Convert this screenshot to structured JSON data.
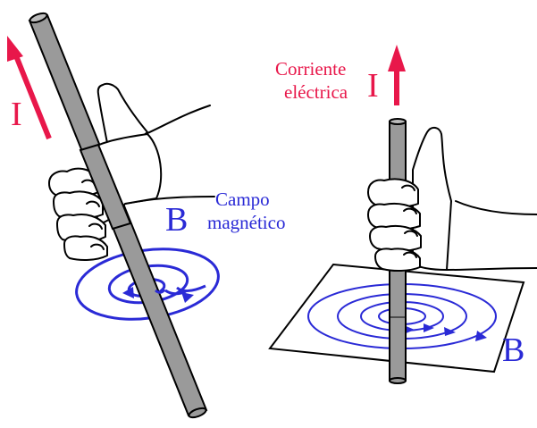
{
  "colors": {
    "current": "#e8174a",
    "field": "#2a2ad6",
    "rod": "#9a9a9a",
    "outline": "#000000",
    "background": "#ffffff"
  },
  "left_figure": {
    "current_symbol": "I",
    "field_symbol": "B",
    "field_label_line1": "Campo",
    "field_label_line2": "magnético"
  },
  "right_figure": {
    "current_label_line1": "Corriente",
    "current_label_line2": "eléctrica",
    "current_symbol": "I",
    "field_symbol": "B"
  }
}
